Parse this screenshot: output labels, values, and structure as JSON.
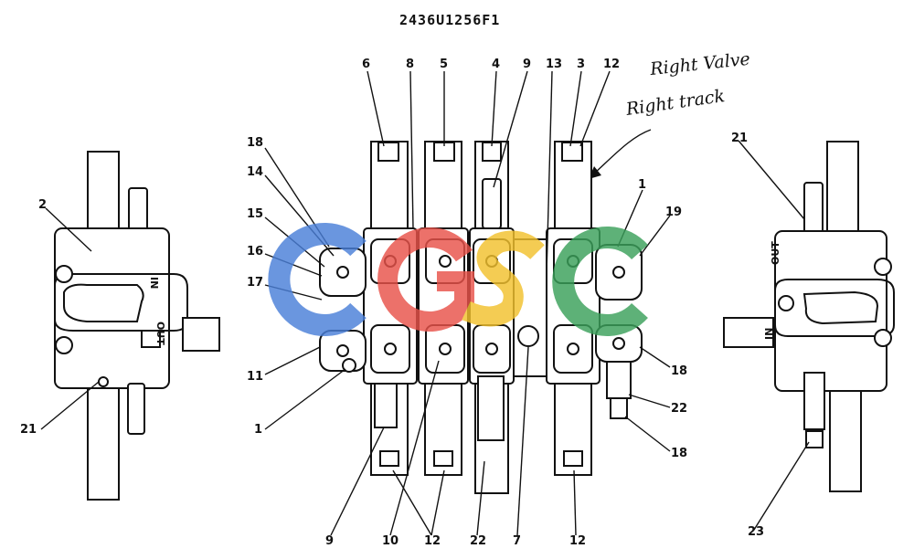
{
  "drawing": {
    "code": "2436U1256F1",
    "handwritten_line1": "Right Valve",
    "handwritten_line2": "Right track"
  },
  "ports": {
    "in": "IN",
    "out": "OUT"
  },
  "watermark": {
    "text": "CGSC",
    "colors": [
      "#4a7fd8",
      "#e8524a",
      "#f2c12e",
      "#3aa05a"
    ]
  },
  "callouts": {
    "c6": "6",
    "c8": "8",
    "c5": "5",
    "c4": "4",
    "c9a": "9",
    "c13": "13",
    "c3": "3",
    "c12a": "12",
    "c18a": "18",
    "c14": "14",
    "c15": "15",
    "c16": "16",
    "c17": "17",
    "c11": "11",
    "c1a": "1",
    "c1b": "1",
    "c19": "19",
    "c18b": "18",
    "c22a": "22",
    "c18c": "18",
    "c2": "2",
    "c21a": "21",
    "c21b": "21",
    "c23": "23",
    "c9b": "9",
    "c10": "10",
    "c12b": "12",
    "c22b": "22",
    "c7": "7",
    "c12c": "12"
  }
}
